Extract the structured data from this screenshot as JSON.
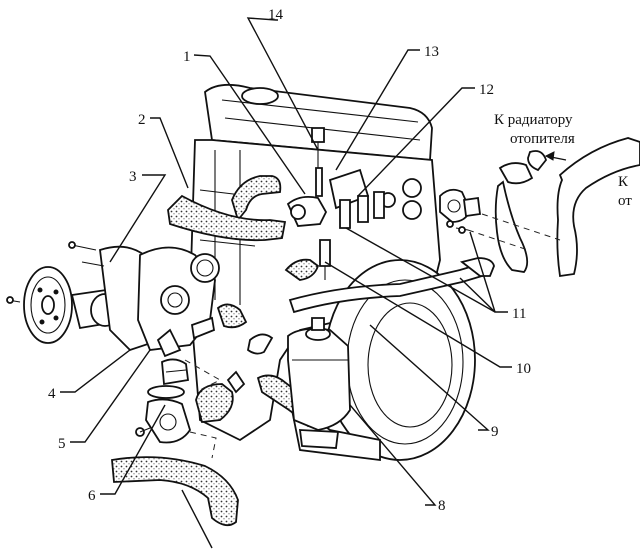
{
  "callouts": [
    "1",
    "2",
    "3",
    "4",
    "5",
    "6",
    "8",
    "9",
    "10",
    "11",
    "12",
    "13",
    "14"
  ],
  "labels": {
    "heater_radiator_line1": "К радиатору",
    "heater_radiator_line2": "отопителя",
    "cut_right_line1": "К",
    "cut_right_line2": "от"
  }
}
